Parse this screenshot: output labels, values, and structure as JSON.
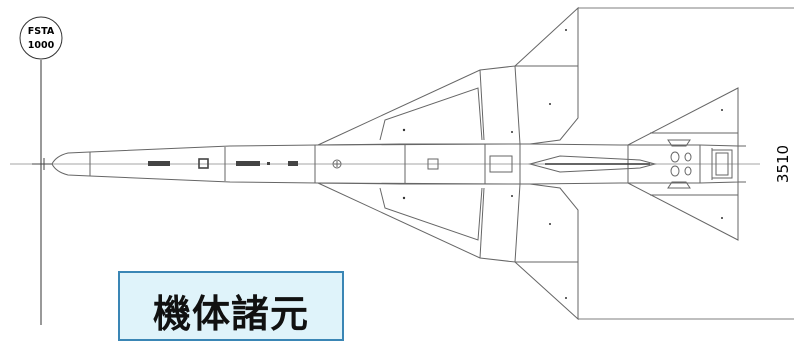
{
  "fsta_label": {
    "line1": "FSTA",
    "line2": "1000"
  },
  "span_dimension": "3510",
  "spec_title": "機体諸元",
  "colors": {
    "outline": "#666666",
    "box_fill": "#dff3fa",
    "box_border": "#3a86b5"
  }
}
